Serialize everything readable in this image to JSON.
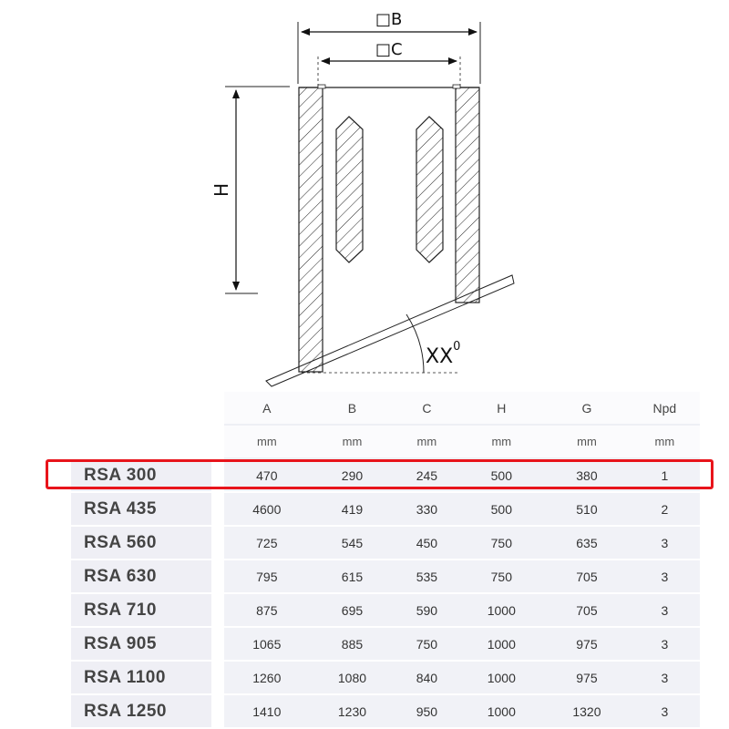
{
  "drawing": {
    "dim_b": "□B",
    "dim_c": "□C",
    "dim_h": "H",
    "angle": "XX",
    "angle_sup": "0"
  },
  "table": {
    "headers": [
      "A",
      "B",
      "C",
      "H",
      "G",
      "Npd"
    ],
    "units": [
      "mm",
      "mm",
      "mm",
      "mm",
      "mm",
      "mm"
    ],
    "rows": [
      {
        "model": "RSA 300",
        "values": [
          "470",
          "290",
          "245",
          "500",
          "380",
          "1"
        ]
      },
      {
        "model": "RSA 435",
        "values": [
          "4600",
          "419",
          "330",
          "500",
          "510",
          "2"
        ]
      },
      {
        "model": "RSA 560",
        "values": [
          "725",
          "545",
          "450",
          "750",
          "635",
          "3"
        ]
      },
      {
        "model": "RSA 630",
        "values": [
          "795",
          "615",
          "535",
          "750",
          "705",
          "3"
        ]
      },
      {
        "model": "RSA 710",
        "values": [
          "875",
          "695",
          "590",
          "1000",
          "705",
          "3"
        ]
      },
      {
        "model": "RSA 905",
        "values": [
          "1065",
          "885",
          "750",
          "1000",
          "975",
          "3"
        ]
      },
      {
        "model": "RSA 1100",
        "values": [
          "1260",
          "1080",
          "840",
          "1000",
          "975",
          "3"
        ]
      },
      {
        "model": "RSA 1250",
        "values": [
          "1410",
          "1230",
          "950",
          "1000",
          "1320",
          "3"
        ]
      }
    ]
  },
  "highlight": {
    "row": "RSA 300",
    "color": "#e8141b"
  }
}
